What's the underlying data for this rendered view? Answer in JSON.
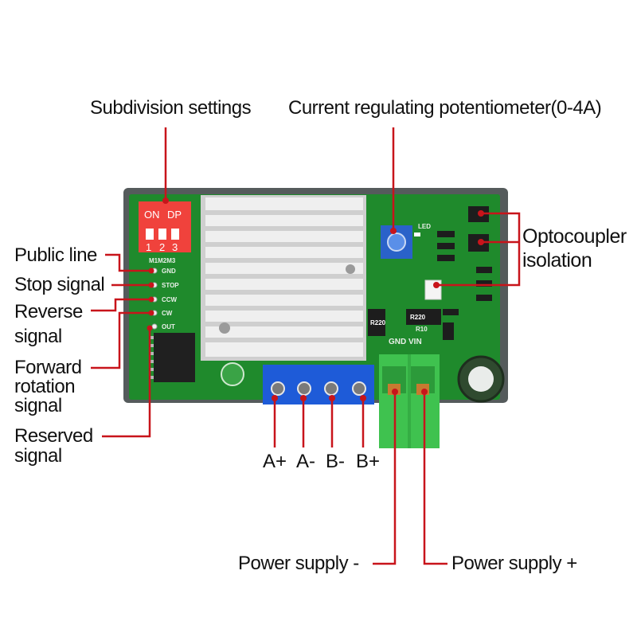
{
  "labels": {
    "subdivision": "Subdivision settings",
    "potentiometer": "Current regulating potentiometer(0-4A)",
    "optocoupler_1": "Optocoupler",
    "optocoupler_2": "isolation",
    "public_line": "Public line",
    "stop_signal": "Stop signal",
    "reverse_1": "Reverse",
    "reverse_2": "signal",
    "forward_1": "Forward",
    "forward_2": "rotation",
    "forward_3": "signal",
    "reserved_1": "Reserved",
    "reserved_2": "signal",
    "power_minus": "Power supply -",
    "power_plus": "Power supply +"
  },
  "terminals": [
    "A+",
    "A-",
    "B-",
    "B+"
  ],
  "dip": {
    "on": "ON",
    "dp": "DP",
    "nums": [
      "1",
      "2",
      "3"
    ],
    "m_label": "M1M2M3"
  },
  "pins": [
    "GND",
    "STOP",
    "CCW",
    "CW",
    "OUT"
  ],
  "board_text": {
    "gnd_vin": "GND VIN",
    "r220_a": "R220",
    "r220_b": "R220",
    "r10": "R10",
    "led": "LED"
  },
  "colors": {
    "pcb": "#1f8a2c",
    "callout": "#c8141b",
    "heatsink": "#d9d9d9",
    "blue_terminal": "#1e5bd8",
    "green_terminal": "#3fc24f",
    "dip": "#f0423c"
  }
}
